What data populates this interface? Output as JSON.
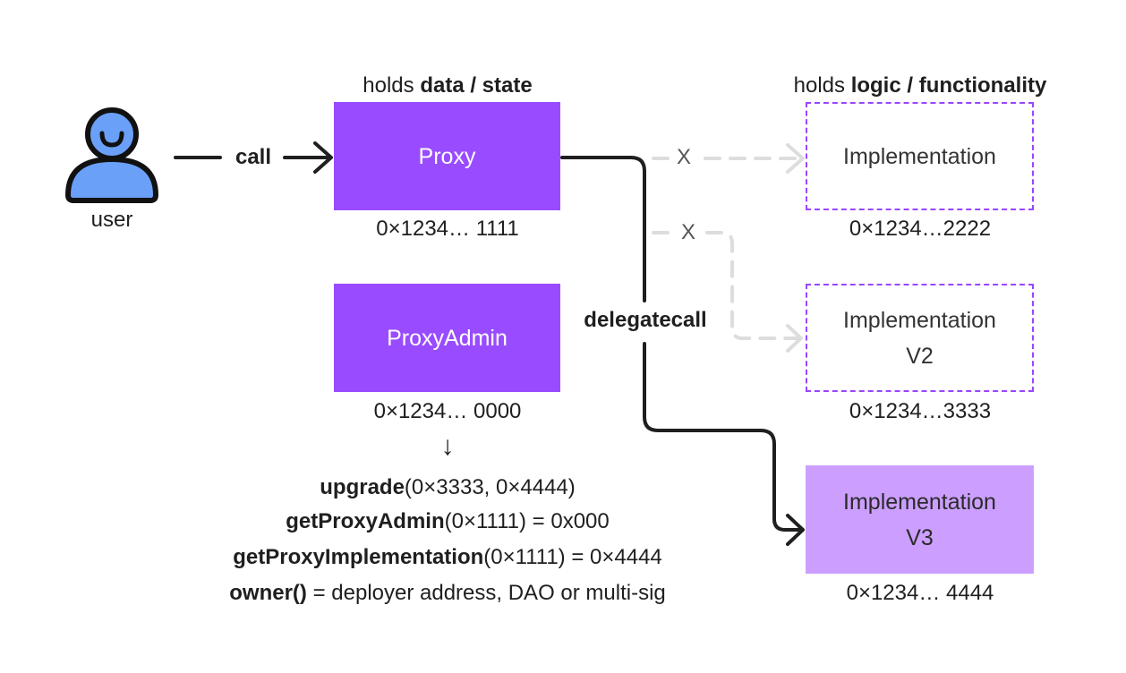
{
  "user": {
    "label": "user"
  },
  "call_label": "call",
  "delegatecall_label": "delegatecall",
  "blocked_marks": [
    "X",
    "X"
  ],
  "proxy_header": {
    "prefix": "holds ",
    "bold": "data / state"
  },
  "impl_header": {
    "prefix": "holds ",
    "bold": "logic / functionality"
  },
  "proxy": {
    "label": "Proxy",
    "address": "0×1234… 1111"
  },
  "proxy_admin": {
    "label": "ProxyAdmin",
    "address": "0×1234… 0000",
    "arrow": "↓"
  },
  "implementation": {
    "label": "Implementation",
    "address": "0×1234…2222"
  },
  "implementation_v2": {
    "line1": "Implementation",
    "line2": "V2",
    "address": "0×1234…3333"
  },
  "implementation_v3": {
    "line1": "Implementation",
    "line2": "V3",
    "address": "0×1234… 4444"
  },
  "admin_functions": [
    {
      "fn": "upgrade",
      "rest": "(0×3333, 0×4444)"
    },
    {
      "fn": "getProxyAdmin",
      "rest": "(0×1111) = 0x000"
    },
    {
      "fn": "getProxyImplementation",
      "rest": "(0×1111) = 0×4444"
    },
    {
      "fn": "owner()",
      "rest": " = deployer address, DAO or multi-sig"
    }
  ],
  "colors": {
    "purple": "#994cff",
    "dashed_border": "#9945ff",
    "light_purple": "#cc9fff",
    "user_blue": "#6aa0f7",
    "gray_line": "#dddddd",
    "dark_line": "#1f1f1f"
  }
}
